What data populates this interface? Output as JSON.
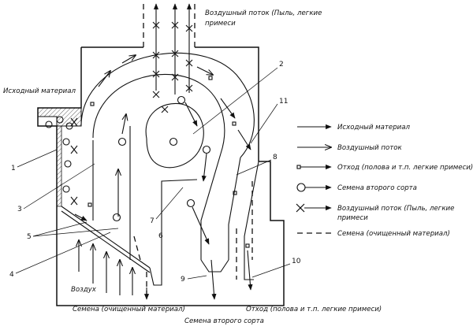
{
  "labels": {
    "air_out": "Воздушный поток (Пыль, легкие",
    "air_out2": "примеси",
    "source": "Исходный материал",
    "air_in": "Воздух",
    "seeds_clean": "Семена (очищенный материал)",
    "seeds_second": "Семена второго сорта",
    "waste": "Отход (полова и т.п. легкие примеси)"
  },
  "numbers": [
    "1",
    "2",
    "3",
    "4",
    "5",
    "6",
    "7",
    "8",
    "9",
    "10",
    "11"
  ],
  "legend": [
    {
      "text": "Исходный материал",
      "icon": "plain-arrow"
    },
    {
      "text": "Воздушный поток",
      "icon": "open-arrow"
    },
    {
      "text": "Отход (полова и т.п. легкие примеси)",
      "icon": "square-arrow"
    },
    {
      "text": "Семена второго сорта",
      "icon": "circle-arrow"
    },
    {
      "text": "Воздушный поток (Пыль, легкие",
      "icon": "cross-arrow"
    },
    {
      "text": "примеси",
      "icon": "none"
    },
    {
      "text": "Семена (очищенный материал)",
      "icon": "dashed-line"
    }
  ]
}
